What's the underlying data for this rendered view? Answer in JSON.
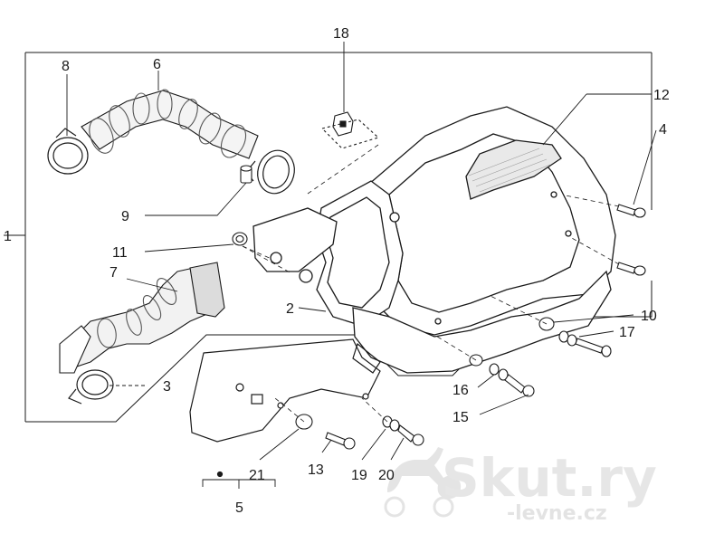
{
  "diagram": {
    "callouts": [
      "1",
      "2",
      "3",
      "4",
      "5",
      "6",
      "7",
      "8",
      "9",
      "10",
      "11",
      "12",
      "13",
      "15",
      "16",
      "17",
      "18",
      "19",
      "20",
      "21"
    ]
  },
  "watermark": {
    "brand": "Skut.ry",
    "sub": "-levne.cz",
    "color": "#d8d8d8"
  },
  "colors": {
    "line": "#1a1a1a",
    "shade": "#bdbdbd"
  }
}
